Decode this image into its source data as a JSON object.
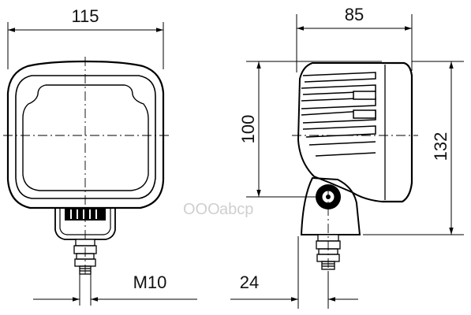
{
  "dimensions": {
    "front_width": "115",
    "side_depth": "85",
    "mount_height": "100",
    "overall_height": "132",
    "thread": "M10",
    "bracket_offset": "24"
  },
  "watermark": {
    "text": "OOO",
    "brand": "abcp",
    "color": "#d0d0d0"
  },
  "line_color": "#000000"
}
